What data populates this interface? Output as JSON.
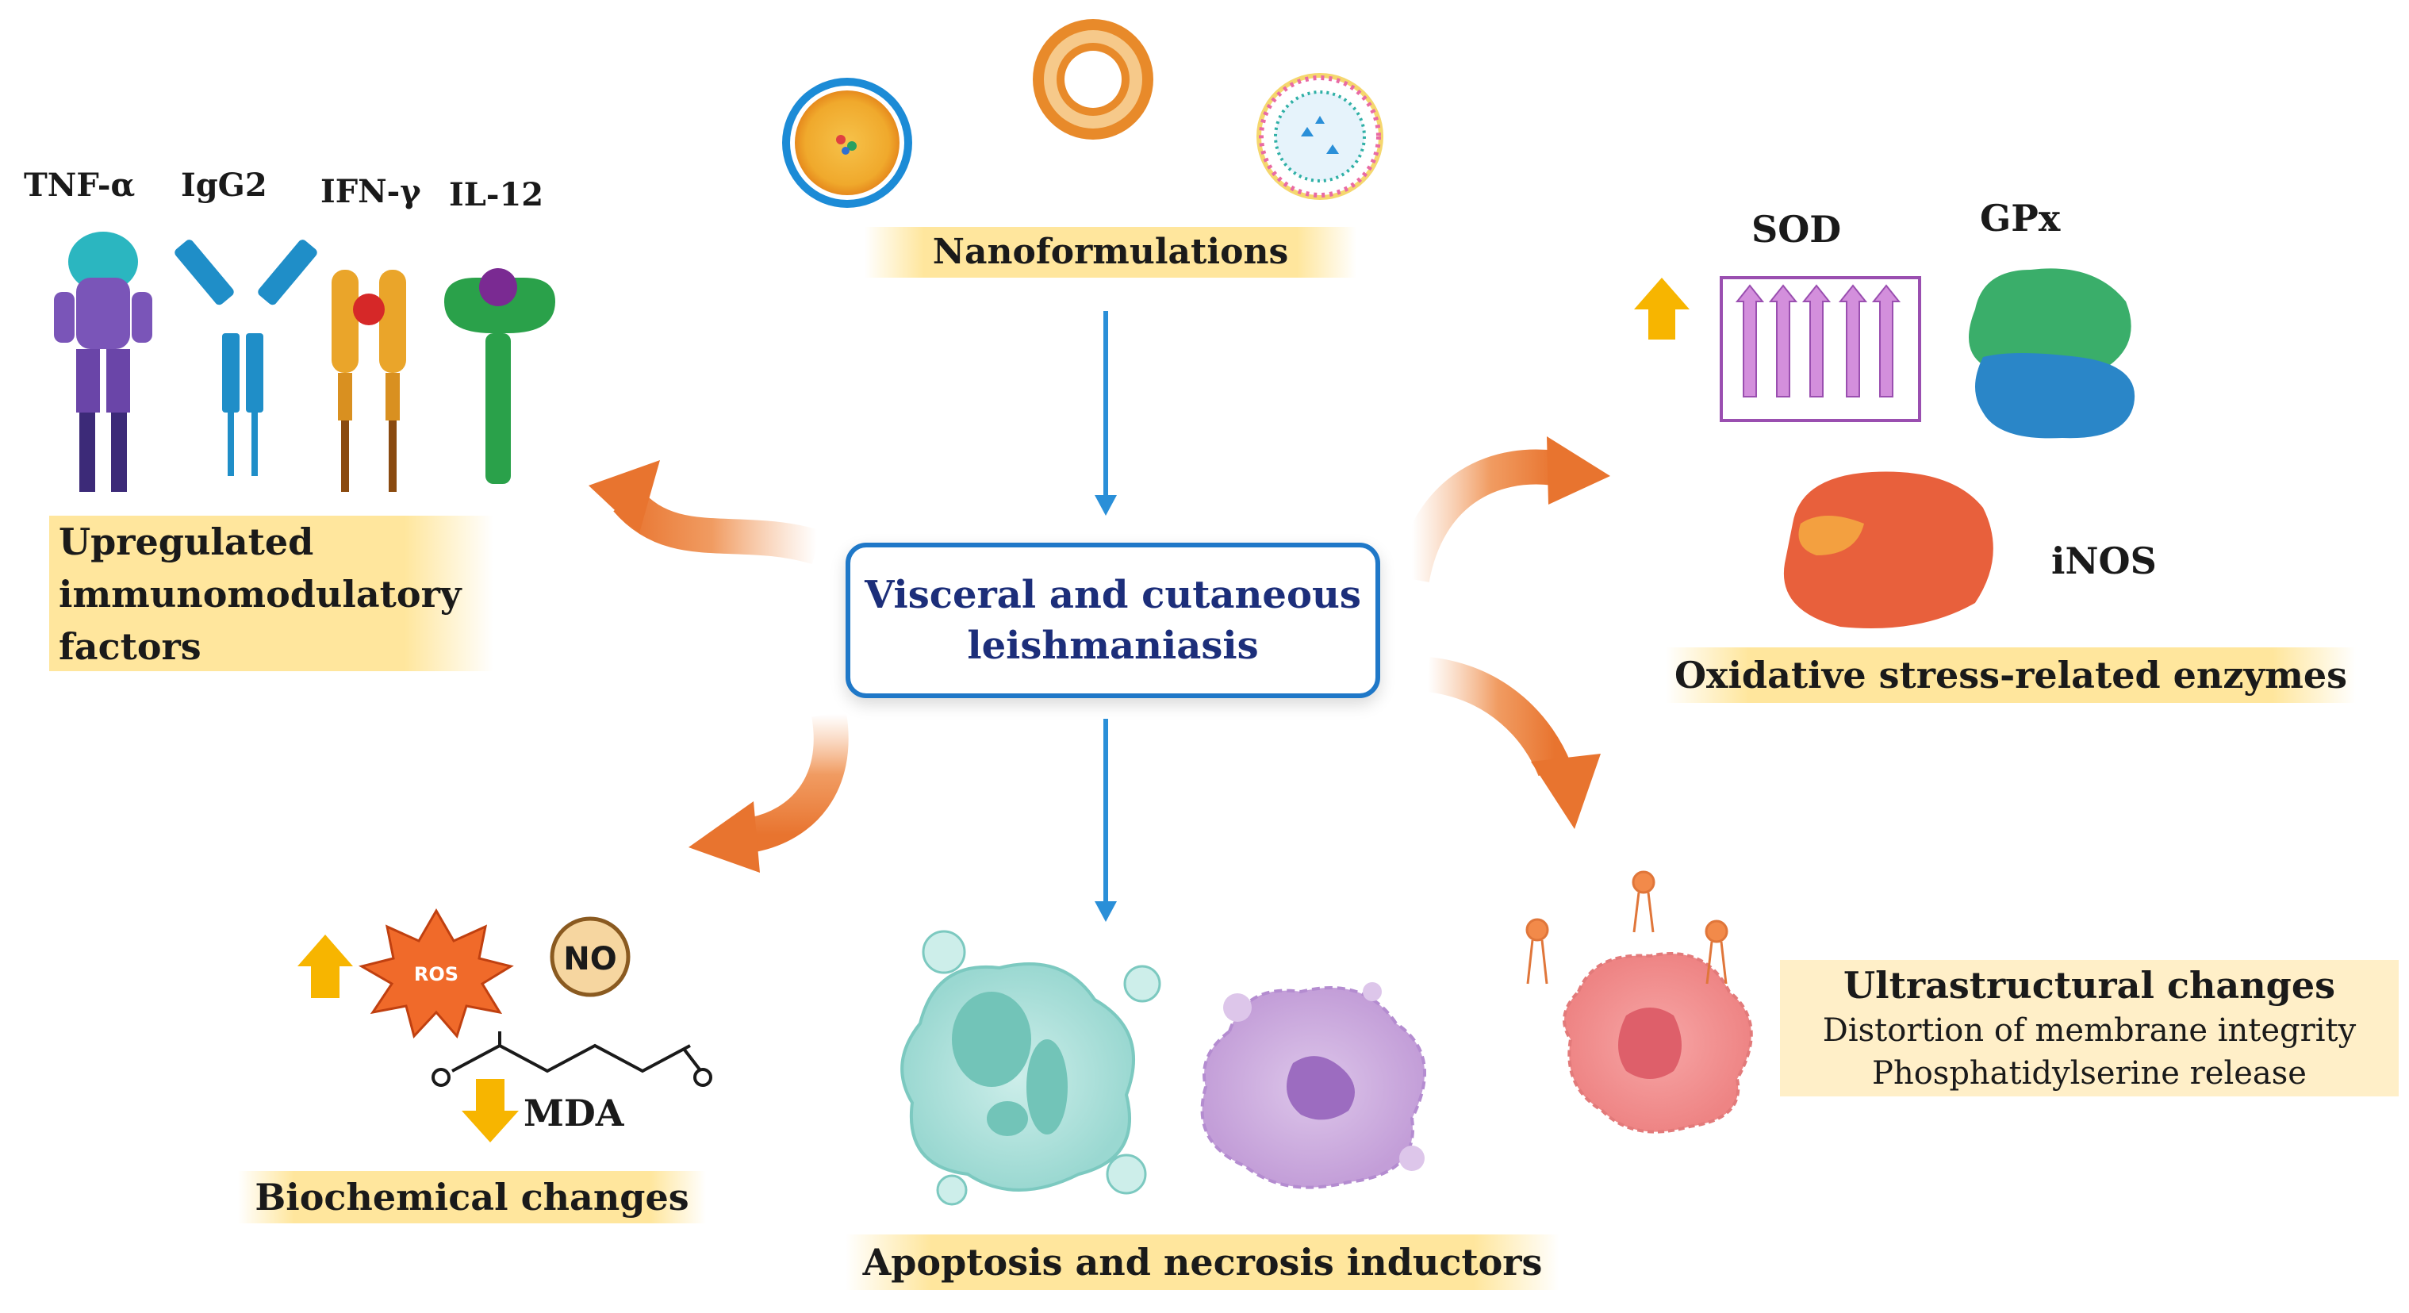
{
  "center": {
    "line1": "Visceral and cutaneous",
    "line2": "leishmaniasis"
  },
  "nanoformulations": {
    "label": "Nanoformulations"
  },
  "immuno": {
    "factors": [
      "TNF-α",
      "IgG2",
      "IFN-γ",
      "IL-12"
    ],
    "line1": "Upregulated",
    "line2": "immunomodulatory",
    "line3": "factors"
  },
  "oxidative": {
    "sod": "SOD",
    "gpx": "GPx",
    "inos": "iNOS",
    "label": "Oxidative stress-related enzymes"
  },
  "biochemical": {
    "ros": "ROS",
    "no": "NO",
    "mda": "MDA",
    "label": "Biochemical changes"
  },
  "apoptosis": {
    "label": "Apoptosis and necrosis inductors"
  },
  "ultrastructural": {
    "title": "Ultrastructural changes",
    "line1": "Distortion of membrane integrity",
    "line2": "Phosphatidylserine release"
  },
  "colors": {
    "blue_arrow": "#2a8fd8",
    "orange_arrow": "#e8742f",
    "highlight": "#ffe28c",
    "center_border": "#1f78c8",
    "center_text": "#1c2e7a",
    "up_arrow": "#f7b500"
  }
}
